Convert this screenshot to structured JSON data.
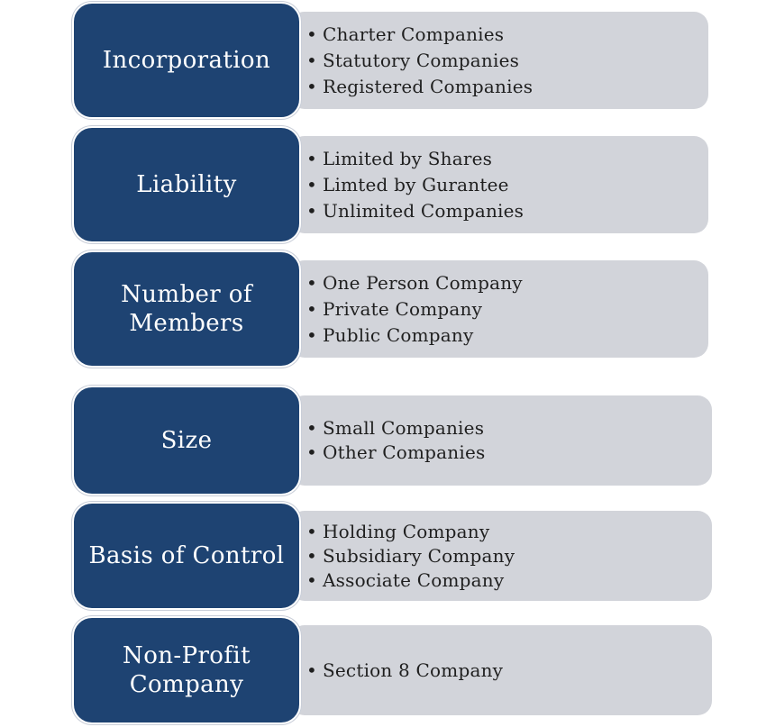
{
  "categories": [
    {
      "label": "Incorporation",
      "items": [
        "Charter Companies",
        "Statutory Companies",
        "Registered Companies"
      ]
    },
    {
      "label": "Liability",
      "items": [
        "Limited by Shares",
        "Limted by Gurantee",
        "Unlimited Companies"
      ]
    },
    {
      "label": "Number of Members",
      "items": [
        "One Person Company",
        "Private Company",
        "Public Company"
      ]
    },
    {
      "label": "Size",
      "items": [
        "Small Companies",
        "Other Companies"
      ]
    },
    {
      "label": "Basis of Control",
      "items": [
        "Holding Company",
        "Subsidiary Company",
        "Associate Company"
      ]
    },
    {
      "label": "Non-Profit Company",
      "items": [
        "Section 8 Company"
      ]
    }
  ],
  "colors": {
    "category_box": "#1e4372",
    "detail_box": "#d2d4da",
    "category_text": "#ffffff"
  }
}
